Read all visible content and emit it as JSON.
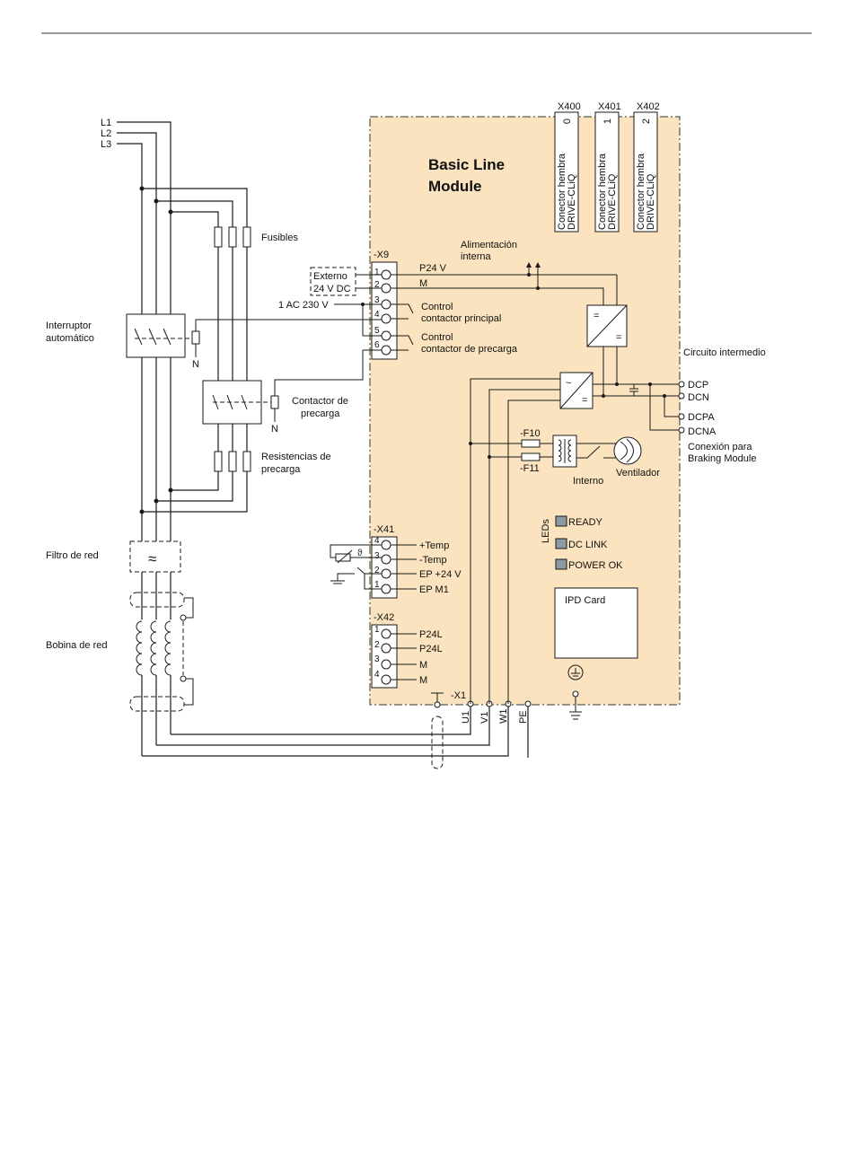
{
  "module": {
    "title_line1": "Basic Line",
    "title_line2": "Module"
  },
  "cliq": [
    {
      "name": "X400",
      "num": "0",
      "line1": "Conector hembra",
      "line2": "DRIVE-CLiQ"
    },
    {
      "name": "X401",
      "num": "1",
      "line1": "Conector hembra",
      "line2": "DRIVE-CLiQ"
    },
    {
      "name": "X402",
      "num": "2",
      "line1": "Conector hembra",
      "line2": "DRIVE-CLiQ"
    }
  ],
  "phases": [
    "L1",
    "L2",
    "L3"
  ],
  "labels": {
    "fusibles": "Fusibles",
    "interruptor1": "Interruptor",
    "interruptor2": "automático",
    "n1": "N",
    "n2": "N",
    "contactor1": "Contactor de",
    "contactor2": "precarga",
    "resist1": "Resistencias de",
    "resist2": "precarga",
    "filtro": "Filtro de red",
    "filtro_sym": "≈",
    "bobina": "Bobina de red",
    "alim1": "Alimentación",
    "alim2": "interna",
    "externo1": "Externo",
    "externo2": "24 V DC",
    "ac230": "1 AC 230 V",
    "circuito": "Circuito intermedio",
    "conexion1": "Conexión para",
    "conexion2": "Braking Module",
    "interno": "Interno",
    "ventilador": "Ventilador",
    "f10": "-F10",
    "f11": "-F11",
    "leds": "LEDs",
    "ipd": "IPD Card",
    "x1": "-X1",
    "conv_eq": "=",
    "conv_ac": "~"
  },
  "x9": {
    "name": "-X9",
    "pins": [
      "1",
      "2",
      "3",
      "4",
      "5",
      "6"
    ],
    "p24v": "P24 V",
    "m": "M",
    "ctrl1a": "Control",
    "ctrl1b": "contactor principal",
    "ctrl2a": "Control",
    "ctrl2b": "contactor de precarga"
  },
  "x41": {
    "name": "-X41",
    "pins": [
      "4",
      "3",
      "2",
      "1"
    ],
    "signals": [
      "+Temp",
      "-Temp",
      "EP +24 V",
      "EP M1"
    ],
    "theta": "ϑ"
  },
  "x42": {
    "name": "-X42",
    "pins": [
      "1",
      "2",
      "3",
      "4"
    ],
    "signals": [
      "P24L",
      "P24L",
      "M",
      "M"
    ]
  },
  "dc": [
    "DCP",
    "DCN",
    "DCPA",
    "DCNA"
  ],
  "led_items": [
    "READY",
    "DC LINK",
    "POWER OK"
  ],
  "outputs": [
    "U1",
    "V1",
    "W1",
    "PE"
  ],
  "colors": {
    "module_fill": "#fbe3bf",
    "led": "#8c9aa1"
  }
}
